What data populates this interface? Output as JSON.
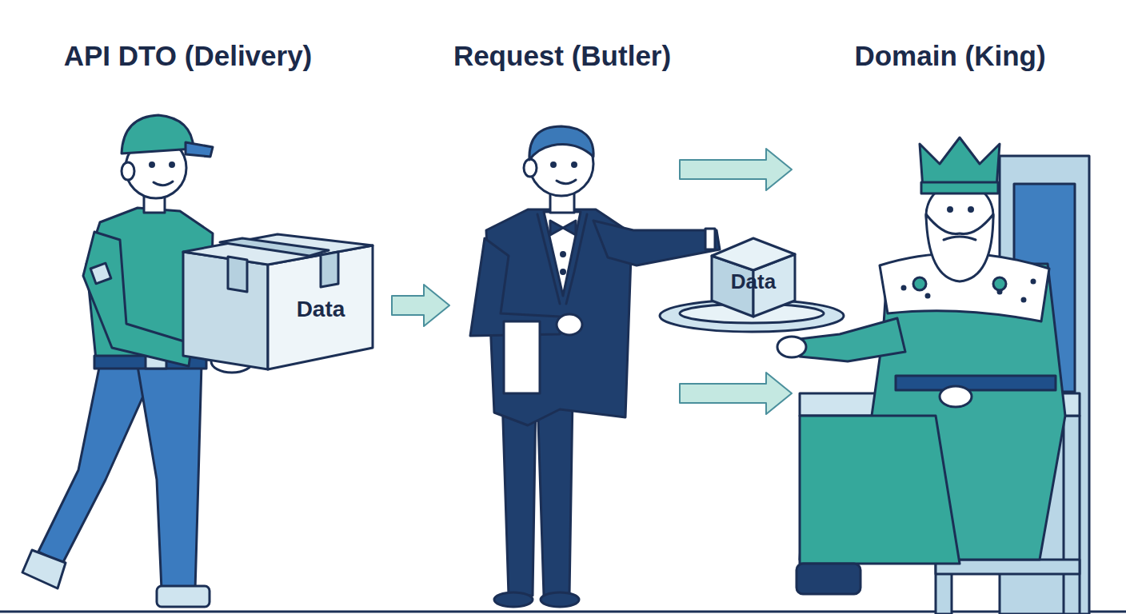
{
  "diagram": {
    "nodes": [
      {
        "text": [
          "API DTO (Delivery)"
        ]
      },
      {
        "text": [
          "Data"
        ],
        "in": 0
      },
      {
        "text": [
          "Request (Butler)"
        ]
      },
      {
        "text": [
          "Data"
        ],
        "in": 2
      },
      {
        "text": [
          "Domain (King)"
        ]
      }
    ],
    "edges": [
      {
        "from": 0,
        "to": 2,
        "arrow": "to"
      },
      {
        "from": 2,
        "to": 4,
        "arrow": "to"
      },
      {
        "from": 2,
        "to": 4,
        "arrow": "to"
      }
    ]
  }
}
